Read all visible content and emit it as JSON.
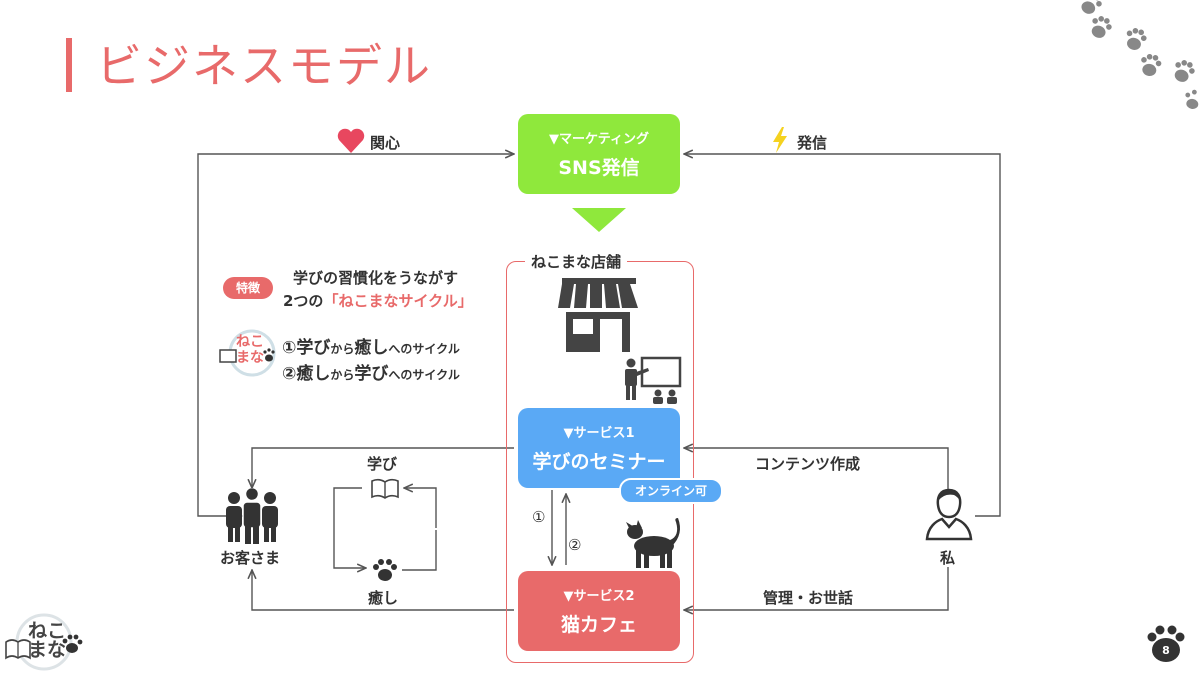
{
  "title": "ビジネスモデル",
  "labels": {
    "interest": "関心",
    "broadcast": "発信",
    "content_creation": "コンテンツ作成",
    "management": "管理・お世話",
    "learning": "学び",
    "healing": "癒し",
    "customer": "お客さま",
    "me": "私",
    "step1": "①",
    "step2": "②"
  },
  "boxes": {
    "sns": {
      "sub": "▼マーケティング",
      "main": "SNS発信"
    },
    "seminar": {
      "sub": "▼サービス1",
      "main": "学びのセミナー"
    },
    "cafe": {
      "sub": "▼サービス2",
      "main": "猫カフェ"
    }
  },
  "store_label": "ねこまな店舗",
  "online_tag": "オンライン可",
  "feature": {
    "badge": "特徴",
    "line1": "学びの習慣化をうながす",
    "line2_prefix": "2つの",
    "line2_highlight": "「ねこまなサイクル」"
  },
  "cycles": [
    {
      "num": "①",
      "a": "学び",
      "a_part": "から",
      "b": "癒し",
      "b_part": "へのサイクル"
    },
    {
      "num": "②",
      "a": "癒し",
      "a_part": "から",
      "b": "学び",
      "b_part": "へのサイクル"
    }
  ],
  "logo_text": {
    "line1": "ねこ",
    "line2": "まな"
  },
  "page_number": "8",
  "colors": {
    "accent": "#e86a6a",
    "green": "#8fe83c",
    "blue": "#5aa9f5",
    "line": "#555555",
    "icon": "#444444"
  },
  "icons": [
    "heart-icon",
    "lightning-icon",
    "store-icon",
    "teacher-icon",
    "cat-icon",
    "book-icon",
    "paw-icon",
    "people-icon",
    "person-icon"
  ]
}
